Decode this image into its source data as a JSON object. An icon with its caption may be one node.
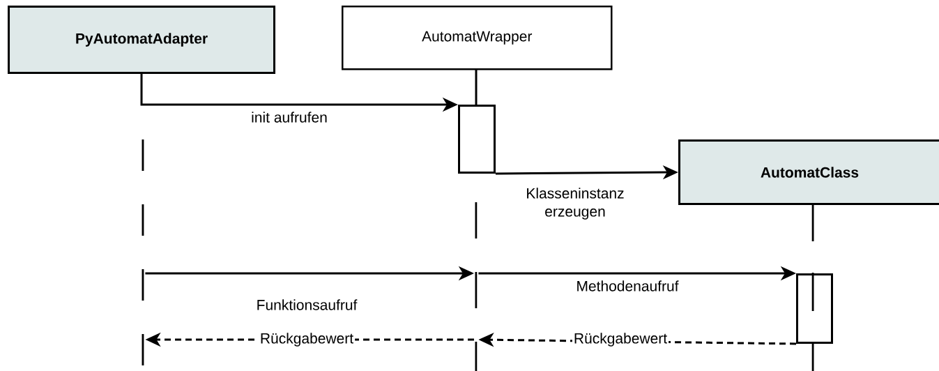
{
  "diagram": {
    "nodes": [
      {
        "text": [
          "PyAutomatAdapter"
        ]
      },
      {
        "text": [
          "AutomatWrapper"
        ]
      },
      {
        "text": [
          "AutomatClass"
        ]
      },
      {
        "text": [],
        "shape": "bar"
      },
      {
        "text": [],
        "shape": "bar"
      },
      {
        "text": [],
        "shape": "line"
      },
      {
        "text": [],
        "shape": "line"
      },
      {
        "text": [],
        "shape": "line"
      }
    ],
    "edges": [
      {
        "from": 0,
        "to": 3,
        "arrow": "to",
        "label": "init aufrufen"
      },
      {
        "from": 3,
        "to": 2,
        "arrow": "to",
        "label": "Klasseninstanz erzeugen"
      },
      {
        "from": 5,
        "to": 6,
        "arrow": "to",
        "label": "Funktionsaufruf"
      },
      {
        "from": 6,
        "to": 4,
        "arrow": "to",
        "label": "Methodenaufruf"
      },
      {
        "from": 4,
        "to": 6,
        "arrow": "to",
        "label": "Rückgabewert",
        "style": "dashed"
      },
      {
        "from": 6,
        "to": 5,
        "arrow": "to",
        "label": "Rückgabewert",
        "style": "dashed"
      }
    ]
  }
}
